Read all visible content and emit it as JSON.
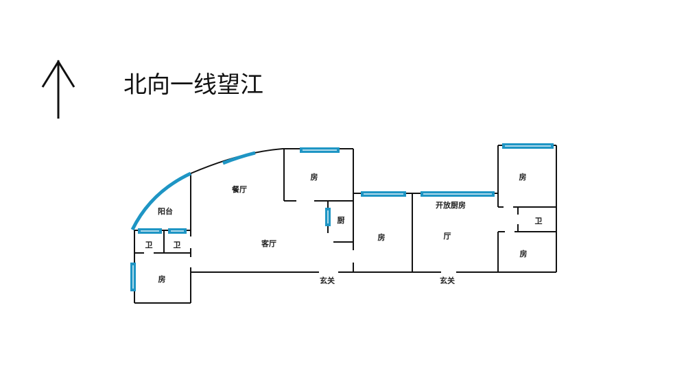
{
  "title": "北向一线望江",
  "colors": {
    "window": "#1e95c4",
    "wall": "#111111"
  },
  "rooms": {
    "balcony": "阳台",
    "dining": "餐厅",
    "living": "客厅",
    "bath1": "卫",
    "bath2": "卫",
    "bedroom_left": "房",
    "bedroom_mid_top": "房",
    "kitchen": "厨",
    "entry1": "玄关",
    "bedroom_mid": "房",
    "open_kitchen": "开放厨房",
    "hall": "厅",
    "entry2": "玄关",
    "bedroom_right_top": "房",
    "bath3": "卫",
    "bedroom_right_bottom": "房"
  }
}
